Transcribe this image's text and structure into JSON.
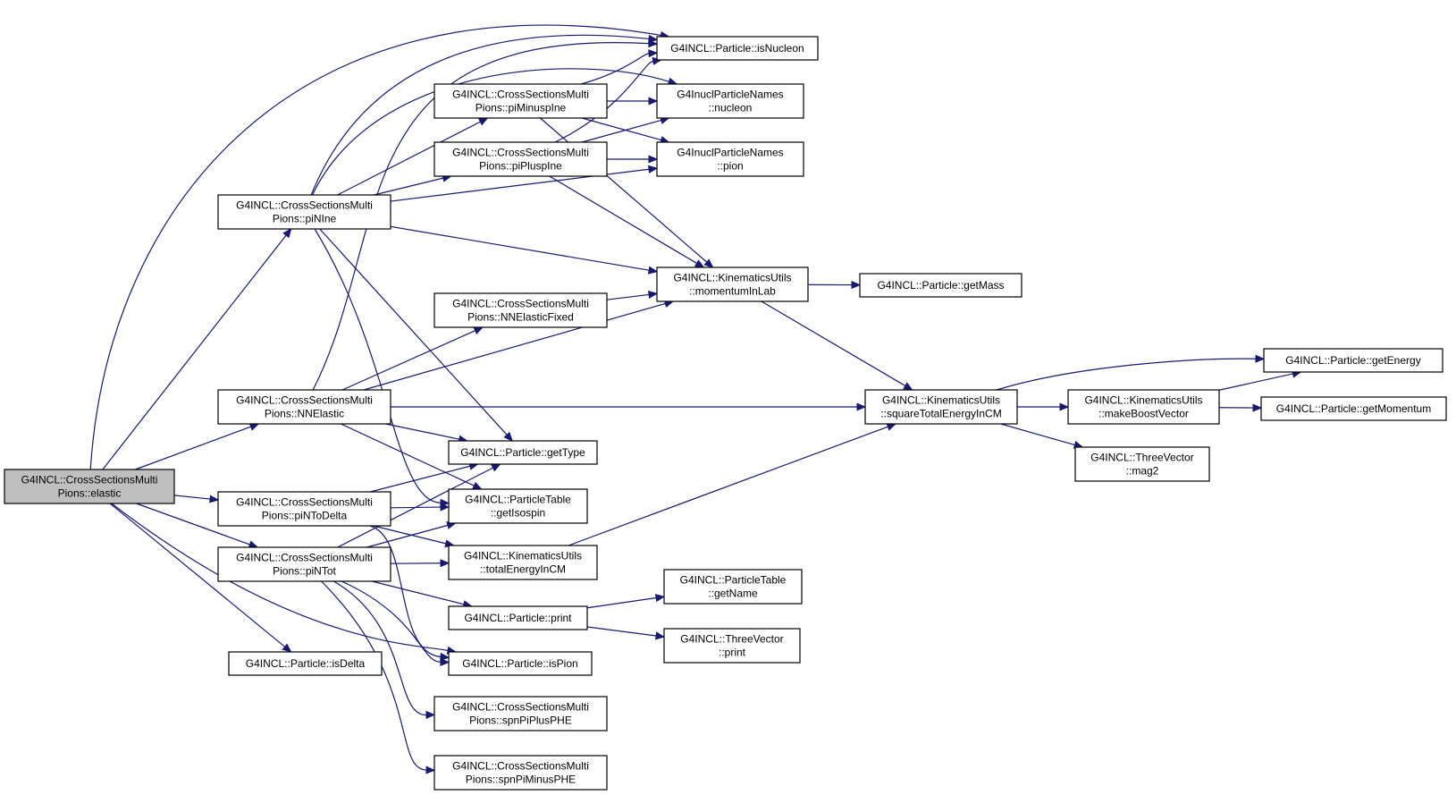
{
  "diagram": {
    "nodes": [
      {
        "id": "elastic",
        "lines": [
          "G4INCL::CrossSectionsMulti",
          "Pions::elastic"
        ],
        "root": true
      },
      {
        "id": "piNIne",
        "lines": [
          "G4INCL::CrossSectionsMulti",
          "Pions::piNIne"
        ]
      },
      {
        "id": "NNElastic",
        "lines": [
          "G4INCL::CrossSectionsMulti",
          "Pions::NNElastic"
        ]
      },
      {
        "id": "piNToDelta",
        "lines": [
          "G4INCL::CrossSectionsMulti",
          "Pions::piNToDelta"
        ]
      },
      {
        "id": "piNTot",
        "lines": [
          "G4INCL::CrossSectionsMulti",
          "Pions::piNTot"
        ]
      },
      {
        "id": "isDelta",
        "lines": [
          "G4INCL::Particle::isDelta"
        ]
      },
      {
        "id": "piMinuspIne",
        "lines": [
          "G4INCL::CrossSectionsMulti",
          "Pions::piMinuspIne"
        ]
      },
      {
        "id": "piPluspIne",
        "lines": [
          "G4INCL::CrossSectionsMulti",
          "Pions::piPluspIne"
        ]
      },
      {
        "id": "NNElasticFixed",
        "lines": [
          "G4INCL::CrossSectionsMulti",
          "Pions::NNElasticFixed"
        ]
      },
      {
        "id": "getType",
        "lines": [
          "G4INCL::Particle::getType"
        ]
      },
      {
        "id": "getIsospin",
        "lines": [
          "G4INCL::ParticleTable",
          "::getIsospin"
        ]
      },
      {
        "id": "totalEnergyInCM",
        "lines": [
          "G4INCL::KinematicsUtils",
          "::totalEnergyInCM"
        ]
      },
      {
        "id": "pprint",
        "lines": [
          "G4INCL::Particle::print"
        ]
      },
      {
        "id": "isPion",
        "lines": [
          "G4INCL::Particle::isPion"
        ]
      },
      {
        "id": "spnPiPlusPHE",
        "lines": [
          "G4INCL::CrossSectionsMulti",
          "Pions::spnPiPlusPHE"
        ]
      },
      {
        "id": "spnPiMinusPHE",
        "lines": [
          "G4INCL::CrossSectionsMulti",
          "Pions::spnPiMinusPHE"
        ]
      },
      {
        "id": "isNucleon",
        "lines": [
          "G4INCL::Particle::isNucleon"
        ]
      },
      {
        "id": "nucleon",
        "lines": [
          "G4InuclParticleNames",
          "::nucleon"
        ]
      },
      {
        "id": "pion",
        "lines": [
          "G4InuclParticleNames",
          "::pion"
        ]
      },
      {
        "id": "momentumInLab",
        "lines": [
          "G4INCL::KinematicsUtils",
          "::momentumInLab"
        ]
      },
      {
        "id": "getName",
        "lines": [
          "G4INCL::ParticleTable",
          "::getName"
        ]
      },
      {
        "id": "tvprint",
        "lines": [
          "G4INCL::ThreeVector",
          "::print"
        ]
      },
      {
        "id": "getMass",
        "lines": [
          "G4INCL::Particle::getMass"
        ]
      },
      {
        "id": "squareTotalEnergyInCM",
        "lines": [
          "G4INCL::KinematicsUtils",
          "::squareTotalEnergyInCM"
        ]
      },
      {
        "id": "makeBoostVector",
        "lines": [
          "G4INCL::KinematicsUtils",
          "::makeBoostVector"
        ]
      },
      {
        "id": "mag2",
        "lines": [
          "G4INCL::ThreeVector",
          "::mag2"
        ]
      },
      {
        "id": "getEnergy",
        "lines": [
          "G4INCL::Particle::getEnergy"
        ]
      },
      {
        "id": "getMomentum",
        "lines": [
          "G4INCL::Particle::getMomentum"
        ]
      }
    ],
    "edges": [
      {
        "from": "elastic",
        "to": "piNIne"
      },
      {
        "from": "elastic",
        "to": "NNElastic"
      },
      {
        "from": "elastic",
        "to": "piNToDelta"
      },
      {
        "from": "elastic",
        "to": "piNTot"
      },
      {
        "from": "elastic",
        "to": "isDelta"
      },
      {
        "from": "elastic",
        "to": "isNucleon"
      },
      {
        "from": "elastic",
        "to": "isPion"
      },
      {
        "from": "piNIne",
        "to": "isNucleon"
      },
      {
        "from": "piNIne",
        "to": "piMinuspIne"
      },
      {
        "from": "piNIne",
        "to": "piPluspIne"
      },
      {
        "from": "piNIne",
        "to": "nucleon"
      },
      {
        "from": "piNIne",
        "to": "pion"
      },
      {
        "from": "piNIne",
        "to": "momentumInLab"
      },
      {
        "from": "piNIne",
        "to": "getType"
      },
      {
        "from": "piNIne",
        "to": "getIsospin"
      },
      {
        "from": "piMinuspIne",
        "to": "isNucleon"
      },
      {
        "from": "piMinuspIne",
        "to": "nucleon"
      },
      {
        "from": "piMinuspIne",
        "to": "pion"
      },
      {
        "from": "piMinuspIne",
        "to": "momentumInLab"
      },
      {
        "from": "piPluspIne",
        "to": "isNucleon"
      },
      {
        "from": "piPluspIne",
        "to": "nucleon"
      },
      {
        "from": "piPluspIne",
        "to": "pion"
      },
      {
        "from": "piPluspIne",
        "to": "momentumInLab"
      },
      {
        "from": "NNElastic",
        "to": "isNucleon"
      },
      {
        "from": "NNElastic",
        "to": "NNElasticFixed"
      },
      {
        "from": "NNElastic",
        "to": "momentumInLab"
      },
      {
        "from": "NNElastic",
        "to": "squareTotalEnergyInCM"
      },
      {
        "from": "NNElastic",
        "to": "getType"
      },
      {
        "from": "NNElastic",
        "to": "getIsospin"
      },
      {
        "from": "NNElasticFixed",
        "to": "momentumInLab"
      },
      {
        "from": "momentumInLab",
        "to": "getMass"
      },
      {
        "from": "momentumInLab",
        "to": "squareTotalEnergyInCM"
      },
      {
        "from": "squareTotalEnergyInCM",
        "to": "getEnergy"
      },
      {
        "from": "squareTotalEnergyInCM",
        "to": "makeBoostVector"
      },
      {
        "from": "squareTotalEnergyInCM",
        "to": "mag2"
      },
      {
        "from": "makeBoostVector",
        "to": "getEnergy"
      },
      {
        "from": "makeBoostVector",
        "to": "getMomentum"
      },
      {
        "from": "piNToDelta",
        "to": "getType"
      },
      {
        "from": "piNToDelta",
        "to": "getIsospin"
      },
      {
        "from": "piNToDelta",
        "to": "totalEnergyInCM"
      },
      {
        "from": "piNToDelta",
        "to": "isPion"
      },
      {
        "from": "piNTot",
        "to": "getType"
      },
      {
        "from": "piNTot",
        "to": "getIsospin"
      },
      {
        "from": "piNTot",
        "to": "totalEnergyInCM"
      },
      {
        "from": "piNTot",
        "to": "pprint"
      },
      {
        "from": "piNTot",
        "to": "isPion"
      },
      {
        "from": "piNTot",
        "to": "spnPiPlusPHE"
      },
      {
        "from": "piNTot",
        "to": "spnPiMinusPHE"
      },
      {
        "from": "totalEnergyInCM",
        "to": "squareTotalEnergyInCM"
      },
      {
        "from": "pprint",
        "to": "getName"
      },
      {
        "from": "pprint",
        "to": "tvprint"
      }
    ]
  }
}
